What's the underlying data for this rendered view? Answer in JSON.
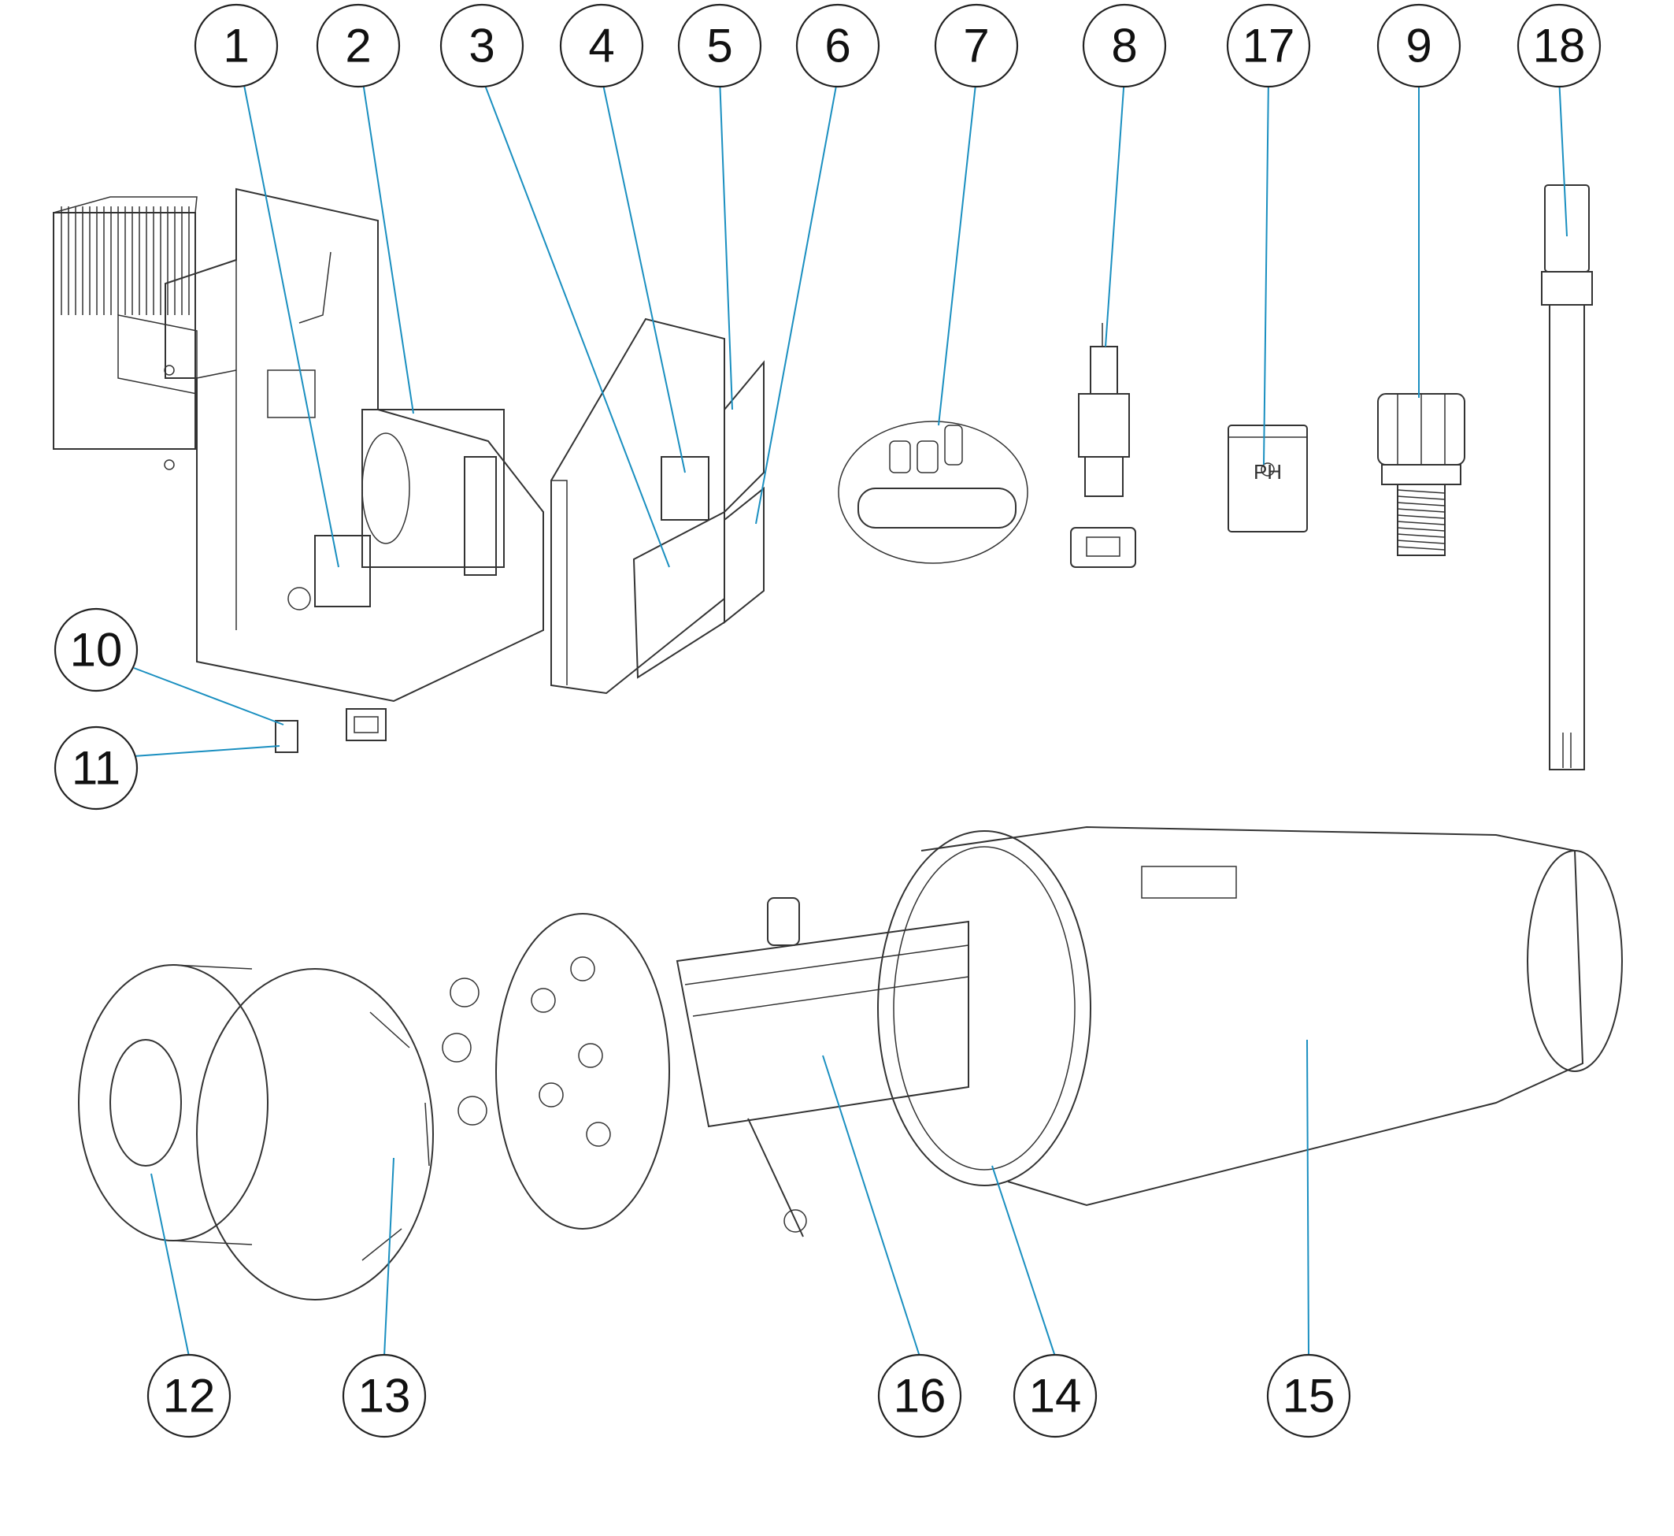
{
  "diagram": {
    "callouts": [
      "1",
      "2",
      "3",
      "4",
      "5",
      "6",
      "7",
      "8",
      "17",
      "9",
      "18",
      "10",
      "11",
      "12",
      "13",
      "16",
      "14",
      "15"
    ],
    "part_label_ph": "PH",
    "colors": {
      "leader": "#1a8fc0",
      "outline": "#333333",
      "background": "#ffffff"
    }
  }
}
